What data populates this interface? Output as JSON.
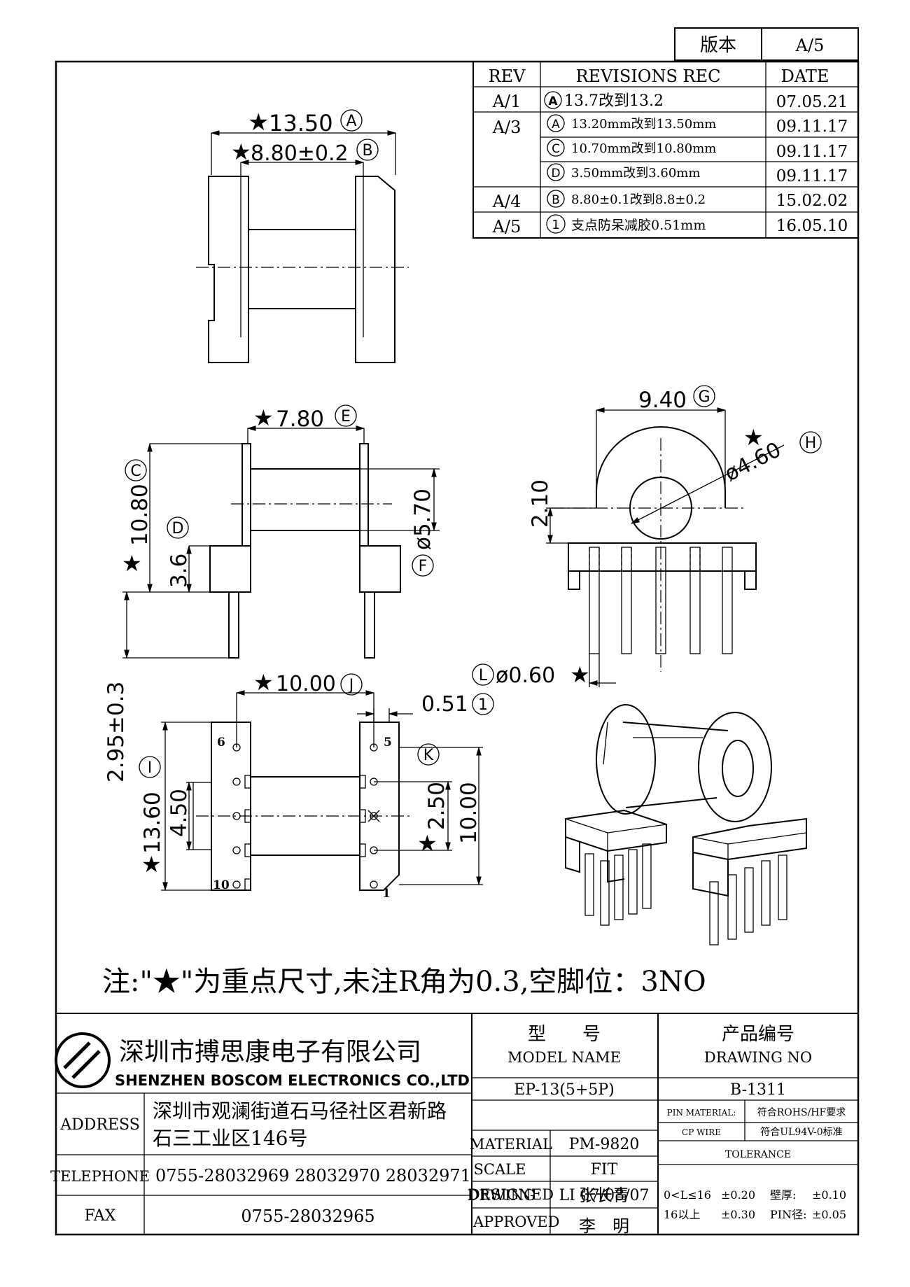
{
  "version_box": {
    "label": "版本",
    "value": "A/5"
  },
  "revisions": {
    "header": {
      "rev": "REV",
      "rec": "REVISIONS REC",
      "date": "DATE"
    },
    "rows": [
      {
        "rev": "A/1",
        "mark": "A",
        "text": "13.7改到13.2",
        "date": "07.05.21"
      },
      {
        "rev": "A/3",
        "mark": "A",
        "text": "13.20mm改到13.50mm",
        "date": "09.11.17"
      },
      {
        "rev": "",
        "mark": "C",
        "text": "10.70mm改到10.80mm",
        "date": "09.11.17"
      },
      {
        "rev": "",
        "mark": "D",
        "text": "3.50mm改到3.60mm",
        "date": "09.11.17"
      },
      {
        "rev": "A/4",
        "mark": "B",
        "text": "8.80±0.1改到8.8±0.2",
        "date": "15.02.02"
      },
      {
        "rev": "A/5",
        "mark": "1",
        "text": "支点防呆减胶0.51mm",
        "date": "16.05.10"
      }
    ]
  },
  "dimensions": {
    "d1": {
      "value": "13.50",
      "mark": "A"
    },
    "d2": {
      "value": "8.80±0.2",
      "mark": "B"
    },
    "d3": {
      "value": "7.80",
      "mark": "E"
    },
    "d4": {
      "value": "10.80",
      "mark": "C"
    },
    "d5": {
      "value": "3.6",
      "mark": "D"
    },
    "d6": {
      "value": "ø5.70",
      "mark": "F"
    },
    "d7": {
      "value": "9.40",
      "mark": "G"
    },
    "d8": {
      "value": "ø4.60",
      "mark": "H"
    },
    "d9": {
      "value": "2.10"
    },
    "d10": {
      "value": "ø0.60",
      "mark": "L"
    },
    "d11": {
      "value": "10.00",
      "mark": "J"
    },
    "d12": {
      "value": "0.51",
      "mark": "1"
    },
    "d13": {
      "value": "2.95±0.3"
    },
    "d14": {
      "value": "13.60",
      "mark": "I"
    },
    "d15": {
      "value": "4.50"
    },
    "d16": {
      "value": "2.50",
      "mark": "K"
    },
    "d17": {
      "value": "10.00"
    },
    "star": "★",
    "pin_numbers": [
      "6",
      "5",
      "10",
      "1"
    ]
  },
  "note": "注:\"★\"为重点尺寸,未注R角为0.3,空脚位：3NO",
  "title_block": {
    "company_cn": "深圳市搏思康电子有限公司",
    "company_en": "SHENZHEN BOSCOM ELECTRONICS CO.,LTD",
    "address_label": "ADDRESS",
    "address_line1": "深圳市观澜街道石马径社区君新路",
    "address_line2": "石三工业区146号",
    "telephone_label": "TELEPHONE",
    "telephone": "0755-28032969 28032970 28032971",
    "fax_label": "FAX",
    "fax": "0755-28032965",
    "model_label_cn": "型　　号",
    "model_label_en": "MODEL NAME",
    "model_value": "EP-13(5+5P)",
    "drawing_label_cn": "产品编号",
    "drawing_label_en": "DRAWING NO",
    "drawing_value": "B-1311",
    "material_label": "MATERIAL",
    "material_value": "PM-9820",
    "scale_label": "SCALE",
    "scale_value": "FIT",
    "drawing_by_label": "DRWING",
    "drawing_by_value": "LI 07/08/07",
    "designed_label": "DESIGNED",
    "designed_value": "张长青",
    "approved_label": "APPROVED",
    "approved_value": "李　明",
    "pin_material_label": "PIN MATERIAL:",
    "pin_material_value": "符合ROHS/HF要求",
    "cp_wire_label": "CP WIRE",
    "cp_wire_value": "符合UL94V-0标准",
    "tolerance_label": "TOLERANCE",
    "tol1_range": "0<L≤16",
    "tol1_value": "±0.20",
    "tol2_range": "16以上",
    "tol2_value": "±0.30",
    "tol3_label": "壁厚:",
    "tol3_value": "±0.10",
    "tol4_label": "PIN径:",
    "tol4_value": "±0.05"
  }
}
